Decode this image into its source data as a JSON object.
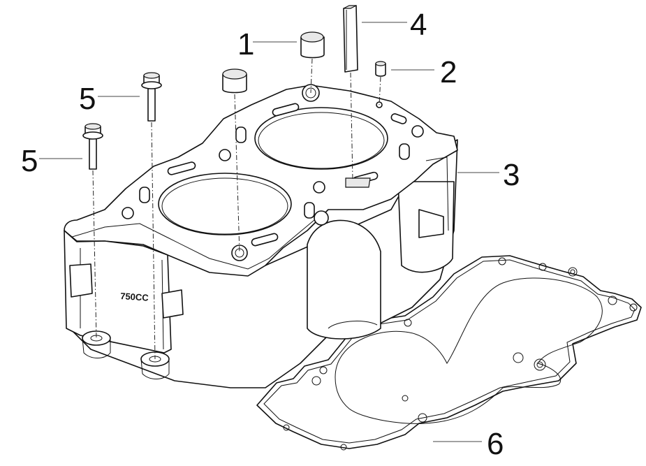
{
  "diagram": {
    "callouts": [
      {
        "number": "1",
        "part": "dowel-sleeve"
      },
      {
        "number": "2",
        "part": "dowel-pin"
      },
      {
        "number": "3",
        "part": "cylinder-block"
      },
      {
        "number": "4",
        "part": "chain-guide"
      },
      {
        "number": "5",
        "part": "bolt-rear"
      },
      {
        "number": "5",
        "part": "bolt-front"
      },
      {
        "number": "6",
        "part": "base-gasket"
      }
    ],
    "cylinder_marking": "750CC"
  }
}
